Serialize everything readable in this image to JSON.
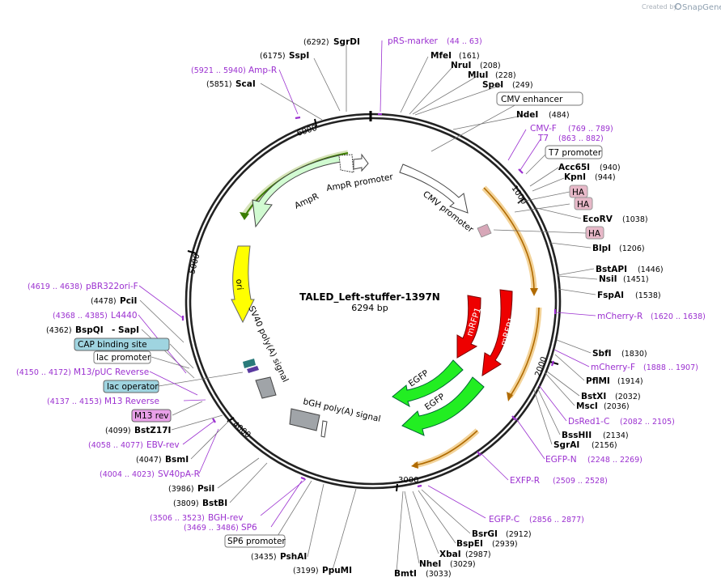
{
  "plasmid": {
    "name": "TALED_Left-stuffer-1397N",
    "length": "6294 bp"
  },
  "credit": {
    "text": "Created by",
    "brand": "SnapGene"
  },
  "ticks": [
    "1000",
    "2000",
    "3000",
    "4000",
    "5000",
    "6000"
  ],
  "features": {
    "ampr": "AmpR",
    "ampr_promoter": "AmpR promoter",
    "cmv_promoter": "CMV promoter",
    "ori": "ori",
    "sv40": "SV40 poly(A) signal",
    "bgh": "bGH poly(A) signal",
    "egfp_inner": "EGFP",
    "egfp_outer": "EGFP",
    "mrfp_inner": "mRFP1",
    "mrfp_outer": "mRFP1"
  },
  "top_labels": {
    "sgrdi": {
      "pos": "(6292)",
      "name": "SgrDI"
    },
    "sspi": {
      "pos": "(6175)",
      "name": "SspI"
    },
    "ampr_primer": {
      "range": "(5921 .. 5940)",
      "name": "Amp-R"
    },
    "scai": {
      "pos": "(5851)",
      "name": "ScaI"
    },
    "prs_marker": {
      "name": "pRS-marker",
      "range": "(44 .. 63)"
    },
    "mfei": {
      "name": "MfeI",
      "pos": "(161)"
    },
    "nrui": {
      "name": "NruI",
      "pos": "(208)"
    },
    "mlui": {
      "name": "MluI",
      "pos": "(228)"
    },
    "spei": {
      "name": "SpeI",
      "pos": "(249)"
    }
  },
  "right_labels": {
    "cmv_enhancer": "CMV enhancer",
    "ndei": {
      "name": "NdeI",
      "pos": "(484)"
    },
    "cmv_f": {
      "name": "CMV-F",
      "range": "(769 .. 789)"
    },
    "t7": {
      "name": "T7",
      "range": "(863 .. 882)"
    },
    "t7_promoter": "T7 promoter",
    "acc65i": {
      "name": "Acc65I",
      "pos": "(940)"
    },
    "kpni": {
      "name": "KpnI",
      "pos": "(944)"
    },
    "ha1": "HA",
    "ha2": "HA",
    "ecorv": {
      "name": "EcoRV",
      "pos": "(1038)"
    },
    "ha3": "HA",
    "blpi": {
      "name": "BlpI",
      "pos": "(1206)"
    },
    "bstapi": {
      "name": "BstAPI",
      "pos": "(1446)"
    },
    "nsii": {
      "name": "NsiI",
      "pos": "(1451)"
    },
    "fspai": {
      "name": "FspAI",
      "pos": "(1538)"
    },
    "mcherry_r": {
      "name": "mCherry-R",
      "range": "(1620 .. 1638)"
    },
    "sbfi": {
      "name": "SbfI",
      "pos": "(1830)"
    },
    "mcherry_f": {
      "name": "mCherry-F",
      "range": "(1888 .. 1907)"
    },
    "pflmi": {
      "name": "PflMI",
      "pos": "(1914)"
    },
    "bstxi": {
      "name": "BstXI",
      "pos": "(2032)"
    },
    "msci": {
      "name": "MscI",
      "pos": "(2036)"
    },
    "dsred1_c": {
      "name": "DsRed1-C",
      "range": "(2082 .. 2105)"
    },
    "bsshii": {
      "name": "BssHII",
      "pos": "(2134)"
    },
    "sgrai": {
      "name": "SgrAI",
      "pos": "(2156)"
    },
    "egfp_n": {
      "name": "EGFP-N",
      "range": "(2248 .. 2269)"
    },
    "exfp_r": {
      "name": "EXFP-R",
      "range": "(2509 .. 2528)"
    },
    "egfp_c": {
      "name": "EGFP-C",
      "range": "(2856 .. 2877)"
    },
    "bsrgi": {
      "name": "BsrGI",
      "pos": "(2912)"
    },
    "bspei": {
      "name": "BspEI",
      "pos": "(2939)"
    },
    "xbai": {
      "name": "XbaI",
      "pos": "(2987)"
    },
    "nhei": {
      "name": "NheI",
      "pos": "(3029)"
    },
    "bmti": {
      "name": "BmtI",
      "pos": "(3033)"
    }
  },
  "left_labels": {
    "pbr322ori_f": {
      "range": "(4619 .. 4638)",
      "name": "pBR322ori-F"
    },
    "pcii": {
      "pos": "(4478)",
      "name": "PciI"
    },
    "l4440": {
      "range": "(4368 .. 4385)",
      "name": "L4440"
    },
    "bspqi": {
      "pos": "(4362)",
      "name": "BspQI",
      "extra": "- SapI"
    },
    "cap_site": "CAP binding site",
    "lac_promoter": "lac promoter",
    "m13_puc_rev": {
      "range": "(4150 .. 4172)",
      "name": "M13/pUC Reverse"
    },
    "lac_operator": "lac operator",
    "m13_reverse": {
      "range": "(4137 .. 4153)",
      "name": "M13 Reverse"
    },
    "m13_rev": "M13 rev",
    "bstz17i": {
      "pos": "(4099)",
      "name": "BstZ17I"
    },
    "ebv_rev": {
      "range": "(4058 .. 4077)",
      "name": "EBV-rev"
    },
    "bsmi": {
      "pos": "(4047)",
      "name": "BsmI"
    },
    "sv40pa_r": {
      "range": "(4004 .. 4023)",
      "name": "SV40pA-R"
    },
    "psii": {
      "pos": "(3986)",
      "name": "PsiI"
    },
    "bstbi": {
      "pos": "(3809)",
      "name": "BstBI"
    },
    "bgh_rev": {
      "range": "(3506 .. 3523)",
      "name": "BGH-rev"
    },
    "sp6": {
      "range": "(3469 .. 3486)",
      "name": "SP6"
    },
    "sp6_promoter": "SP6 promoter",
    "pshai": {
      "pos": "(3435)",
      "name": "PshAI"
    },
    "ppumi": {
      "pos": "(3199)",
      "name": "PpuMI"
    }
  }
}
